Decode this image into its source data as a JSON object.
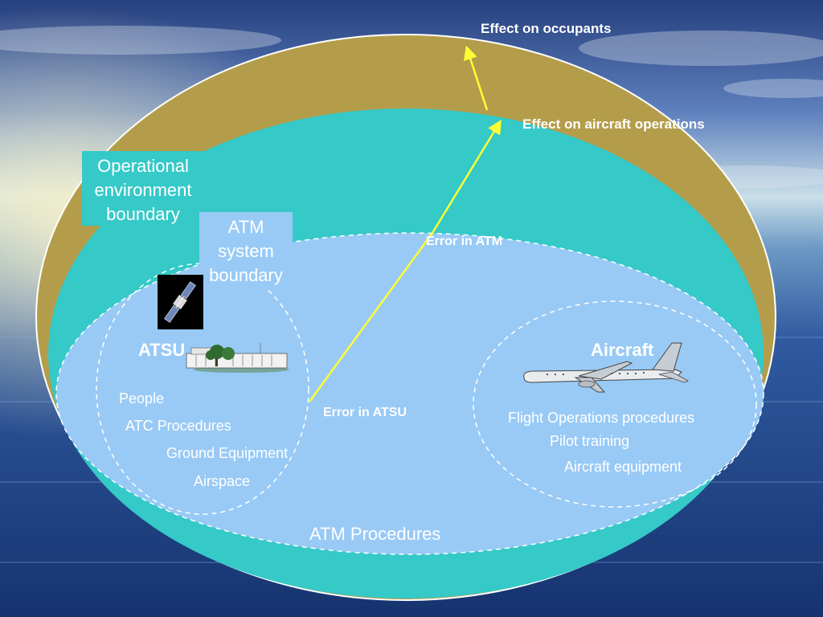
{
  "colors": {
    "sky_top": "#2c4a86",
    "sky_mid": "#6f8fc4",
    "horizon": "#c9dfe8",
    "sea": "#1d3f8a",
    "outer_ellipse": "#b49d4a",
    "middle_ellipse": "#35c9c8",
    "inner_ellipse": "#99caf6",
    "arrow": "#ffff33",
    "label_box_cyan": "#35c9c8",
    "label_box_blue": "#99caf6"
  },
  "labels": {
    "effect_occupants": "Effect on occupants",
    "effect_aircraft_ops": "Effect on aircraft operations",
    "operational_env_line1": "Operational",
    "operational_env_line2": "environment",
    "operational_env_line3": "boundary",
    "atm_system_line1": "ATM",
    "atm_system_line2": "system",
    "atm_system_line3": "boundary",
    "error_atm": "Error in ATM",
    "error_atsu": "Error in ATSU",
    "atsu": "ATSU",
    "aircraft": "Aircraft",
    "atm_procedures": "ATM Procedures"
  },
  "atsu_items": [
    "People",
    "ATC Procedures",
    "Ground Equipment",
    "Airspace"
  ],
  "aircraft_items": [
    "Flight Operations procedures",
    "Pilot training",
    "Aircraft equipment"
  ],
  "icons": {
    "satellite": "satellite-icon",
    "building": "atsu-building-icon",
    "airplane": "airplane-icon"
  }
}
